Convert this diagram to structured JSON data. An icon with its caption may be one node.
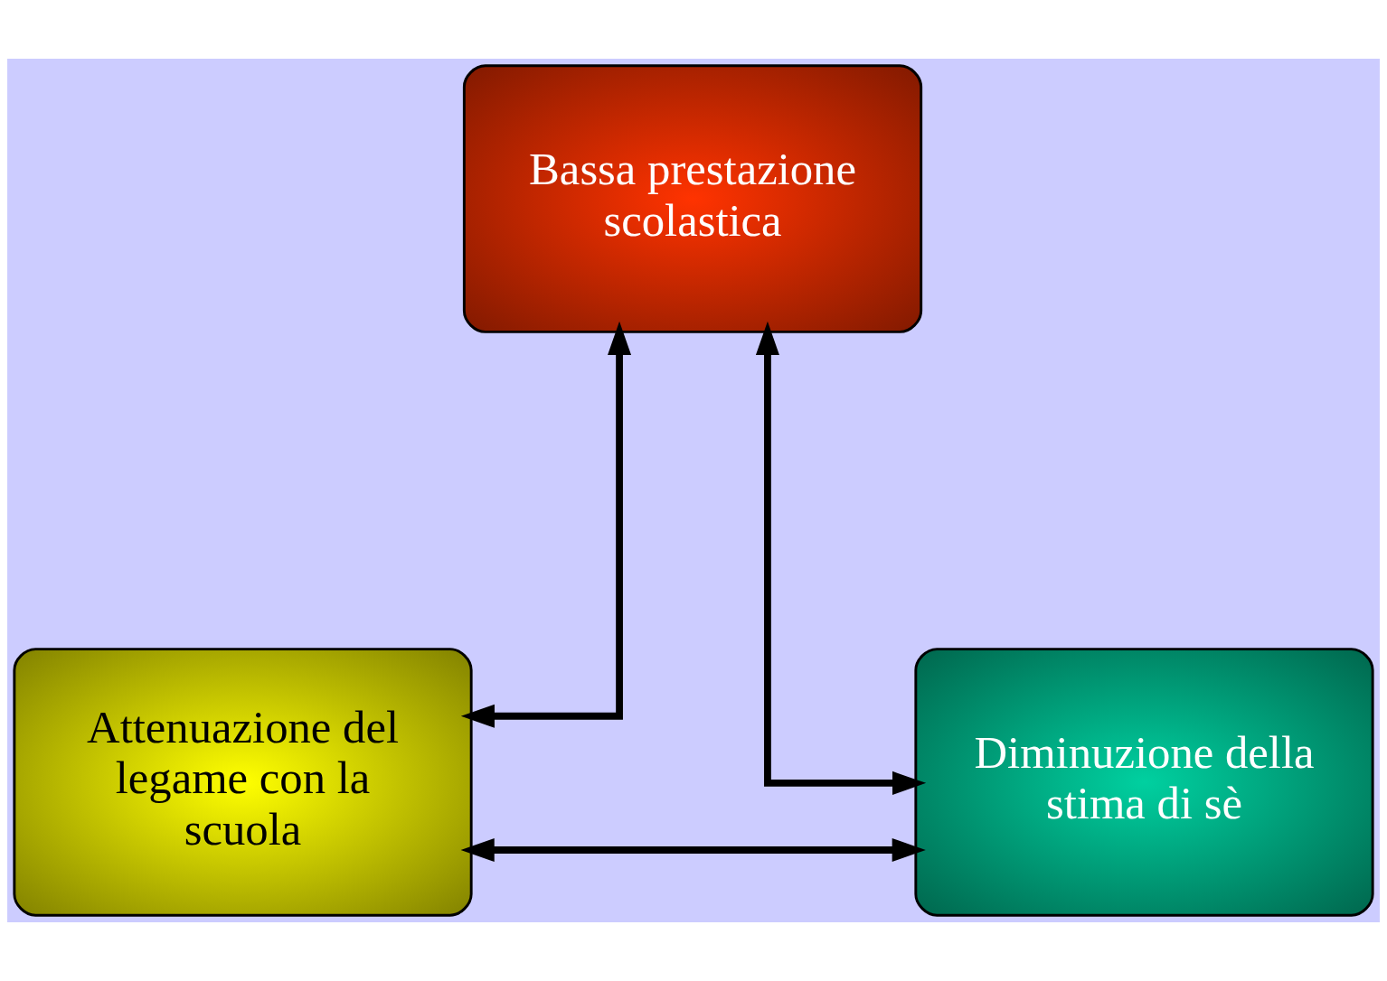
{
  "diagram": {
    "nodes": [
      {
        "text": [
          "Bassa prestazione scolastica"
        ]
      },
      {
        "text": [
          "Attenuazione del legame con la scuola"
        ]
      },
      {
        "text": [
          "Diminuzione della stima di sè"
        ]
      }
    ],
    "edges": [
      {
        "from": 0,
        "to": 1,
        "arrow": "both"
      },
      {
        "from": 0,
        "to": 2,
        "arrow": "both"
      },
      {
        "from": 1,
        "to": 2,
        "arrow": "both"
      }
    ]
  }
}
